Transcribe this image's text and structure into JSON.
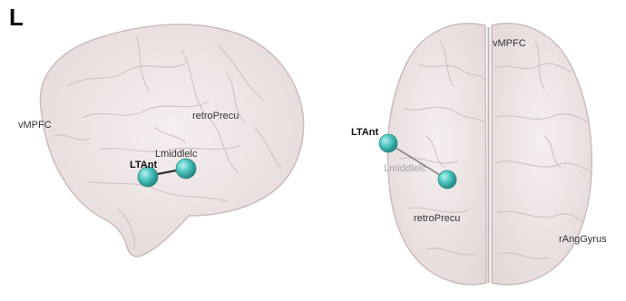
{
  "panel_label": "L",
  "colors": {
    "brain_fill": "#e8dcdc",
    "brain_stroke": "#c9bcbc",
    "node_fill": "#4fc6c0",
    "edge": "#333333"
  },
  "sagittal_view": {
    "labels": {
      "vmpfc": "vMPFC",
      "retro_precu": "retroPrecu",
      "lmiddle_hc": "Lmiddlelc",
      "ltant": "LTAnt"
    },
    "nodes": [
      "LTAnt",
      "Lmiddlelc"
    ],
    "edges": [
      [
        "LTAnt",
        "Lmiddlelc"
      ]
    ]
  },
  "axial_view": {
    "labels": {
      "vmpfc": "vMPFC",
      "ltant": "LTAnt",
      "lmiddle_hc": "Lmiddlelc",
      "retro_precu": "retroPrecu",
      "rang_gyrus": "rAngGyrus"
    },
    "nodes": [
      "LTAnt",
      "Lmiddlelc"
    ],
    "edges": [
      [
        "LTAnt",
        "Lmiddlelc"
      ]
    ]
  }
}
